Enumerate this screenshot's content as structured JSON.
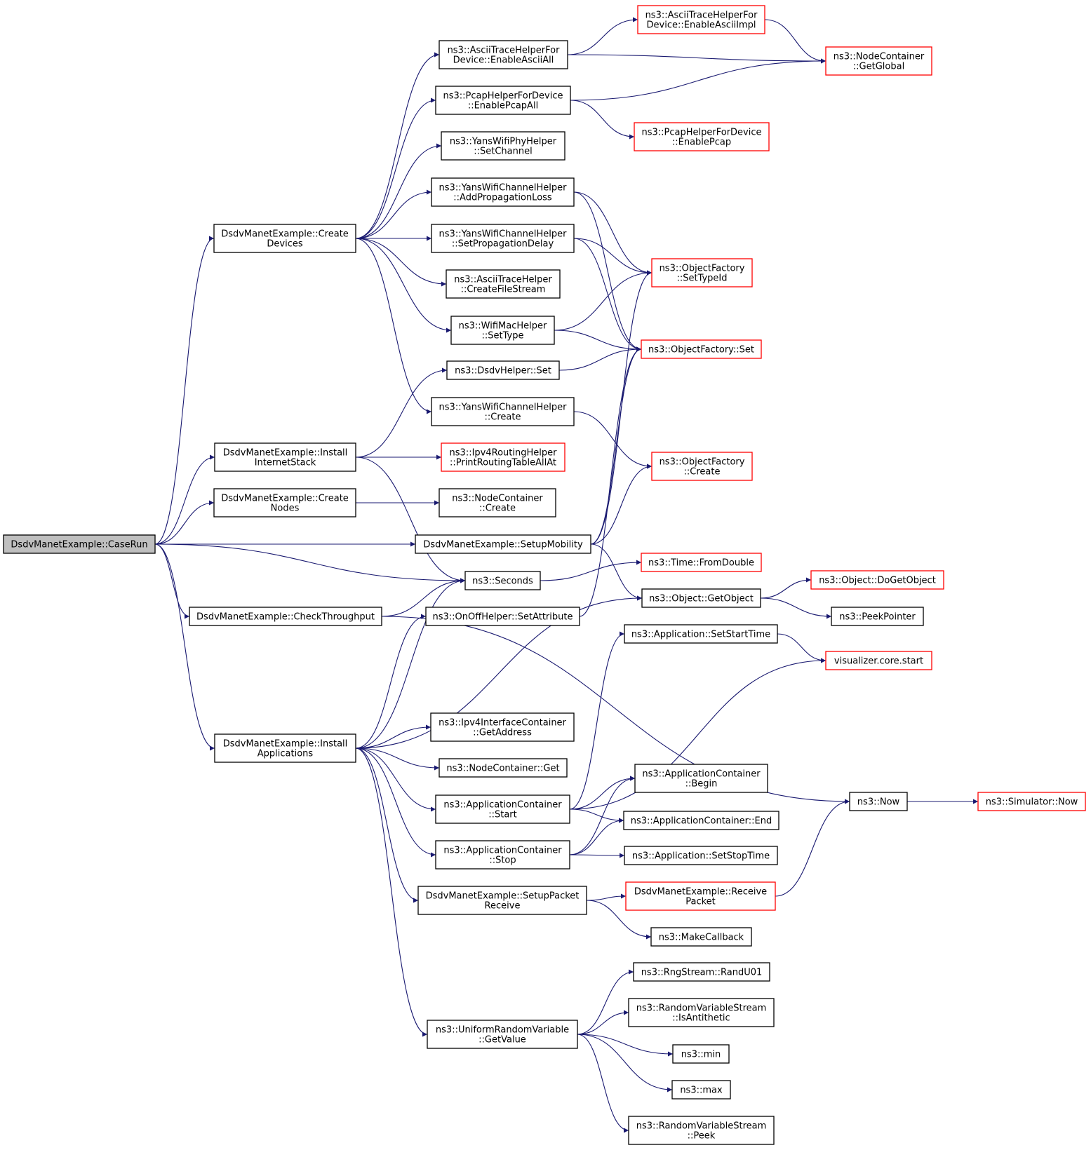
{
  "colors": {
    "edge": "#191970",
    "node_border": "#000000",
    "red_border": "#ff0000",
    "root_fill": "#bfbfbf",
    "node_fill": "#ffffff",
    "text": "#000000"
  },
  "nodes": [
    {
      "id": "caserun",
      "lines": [
        "DsdvManetExample::CaseRun"
      ],
      "style": "root"
    },
    {
      "id": "createdevices",
      "lines": [
        "DsdvManetExample::Create",
        "Devices"
      ],
      "style": "normal"
    },
    {
      "id": "installinternetstack",
      "lines": [
        "DsdvManetExample::Install",
        "InternetStack"
      ],
      "style": "normal"
    },
    {
      "id": "createnodes",
      "lines": [
        "DsdvManetExample::Create",
        "Nodes"
      ],
      "style": "normal"
    },
    {
      "id": "checkthroughput",
      "lines": [
        "DsdvManetExample::CheckThroughput"
      ],
      "style": "normal"
    },
    {
      "id": "installapplications",
      "lines": [
        "DsdvManetExample::Install",
        "Applications"
      ],
      "style": "normal"
    },
    {
      "id": "enableasciiall",
      "lines": [
        "ns3::AsciiTraceHelperFor",
        "Device::EnableAsciiAll"
      ],
      "style": "normal"
    },
    {
      "id": "enablepcapall",
      "lines": [
        "ns3::PcapHelperForDevice",
        "::EnablePcapAll"
      ],
      "style": "normal"
    },
    {
      "id": "setchannel",
      "lines": [
        "ns3::YansWifiPhyHelper",
        "::SetChannel"
      ],
      "style": "normal"
    },
    {
      "id": "addpropagationloss",
      "lines": [
        "ns3::YansWifiChannelHelper",
        "::AddPropagationLoss"
      ],
      "style": "normal"
    },
    {
      "id": "setpropagationdelay",
      "lines": [
        "ns3::YansWifiChannelHelper",
        "::SetPropagationDelay"
      ],
      "style": "normal"
    },
    {
      "id": "createfilestream",
      "lines": [
        "ns3::AsciiTraceHelper",
        "::CreateFileStream"
      ],
      "style": "normal"
    },
    {
      "id": "wifimacsettype",
      "lines": [
        "ns3::WifiMacHelper",
        "::SetType"
      ],
      "style": "normal"
    },
    {
      "id": "dsdvhelperset",
      "lines": [
        "ns3::DsdvHelper::Set"
      ],
      "style": "normal"
    },
    {
      "id": "yanschannelcreate",
      "lines": [
        "ns3::YansWifiChannelHelper",
        "::Create"
      ],
      "style": "normal"
    },
    {
      "id": "printroutingtableallat",
      "lines": [
        "ns3::Ipv4RoutingHelper",
        "::PrintRoutingTableAllAt"
      ],
      "style": "red"
    },
    {
      "id": "nodecontainercreate",
      "lines": [
        "ns3::NodeContainer",
        "::Create"
      ],
      "style": "normal"
    },
    {
      "id": "setupmobility",
      "lines": [
        "DsdvManetExample::SetupMobility"
      ],
      "style": "normal"
    },
    {
      "id": "seconds",
      "lines": [
        "ns3::Seconds"
      ],
      "style": "normal"
    },
    {
      "id": "onoffsetattribute",
      "lines": [
        "ns3::OnOffHelper::SetAttribute"
      ],
      "style": "normal"
    },
    {
      "id": "ipv4getaddress",
      "lines": [
        "ns3::Ipv4InterfaceContainer",
        "::GetAddress"
      ],
      "style": "normal"
    },
    {
      "id": "nodecontainerget",
      "lines": [
        "ns3::NodeContainer::Get"
      ],
      "style": "normal"
    },
    {
      "id": "appcontainerstart",
      "lines": [
        "ns3::ApplicationContainer",
        "::Start"
      ],
      "style": "normal"
    },
    {
      "id": "appcontainerstop",
      "lines": [
        "ns3::ApplicationContainer",
        "::Stop"
      ],
      "style": "normal"
    },
    {
      "id": "setuppacketreceive",
      "lines": [
        "DsdvManetExample::SetupPacket",
        "Receive"
      ],
      "style": "normal"
    },
    {
      "id": "uniformgetvalue",
      "lines": [
        "ns3::UniformRandomVariable",
        "::GetValue"
      ],
      "style": "normal"
    },
    {
      "id": "enableasciiimpl",
      "lines": [
        "ns3::AsciiTraceHelperFor",
        "Device::EnableAsciiImpl"
      ],
      "style": "red"
    },
    {
      "id": "nodecontainergetglobal",
      "lines": [
        "ns3::NodeContainer",
        "::GetGlobal"
      ],
      "style": "red"
    },
    {
      "id": "pcapenablepcap",
      "lines": [
        "ns3::PcapHelperForDevice",
        "::EnablePcap"
      ],
      "style": "red"
    },
    {
      "id": "objectfactorysettypeid",
      "lines": [
        "ns3::ObjectFactory",
        "::SetTypeId"
      ],
      "style": "red"
    },
    {
      "id": "objectfactoryset",
      "lines": [
        "ns3::ObjectFactory::Set"
      ],
      "style": "red"
    },
    {
      "id": "objectfactorycreate",
      "lines": [
        "ns3::ObjectFactory",
        "::Create"
      ],
      "style": "red"
    },
    {
      "id": "timefromdouble",
      "lines": [
        "ns3::Time::FromDouble"
      ],
      "style": "red"
    },
    {
      "id": "objectgetobject",
      "lines": [
        "ns3::Object::GetObject"
      ],
      "style": "normal"
    },
    {
      "id": "appsetstarttime",
      "lines": [
        "ns3::Application::SetStartTime"
      ],
      "style": "normal"
    },
    {
      "id": "appcontainerbegin",
      "lines": [
        "ns3::ApplicationContainer",
        "::Begin"
      ],
      "style": "normal"
    },
    {
      "id": "appcontainerend",
      "lines": [
        "ns3::ApplicationContainer::End"
      ],
      "style": "normal"
    },
    {
      "id": "appsetstoptime",
      "lines": [
        "ns3::Application::SetStopTime"
      ],
      "style": "normal"
    },
    {
      "id": "receivepacket",
      "lines": [
        "DsdvManetExample::Receive",
        "Packet"
      ],
      "style": "red"
    },
    {
      "id": "makecallback",
      "lines": [
        "ns3::MakeCallback"
      ],
      "style": "normal"
    },
    {
      "id": "randu01",
      "lines": [
        "ns3::RngStream::RandU01"
      ],
      "style": "normal"
    },
    {
      "id": "isantithetic",
      "lines": [
        "ns3::RandomVariableStream",
        "::IsAntithetic"
      ],
      "style": "normal"
    },
    {
      "id": "nsmin",
      "lines": [
        "ns3::min"
      ],
      "style": "normal"
    },
    {
      "id": "nsmax",
      "lines": [
        "ns3::max"
      ],
      "style": "normal"
    },
    {
      "id": "rvspeek",
      "lines": [
        "ns3::RandomVariableStream",
        "::Peek"
      ],
      "style": "normal"
    },
    {
      "id": "objectdogetobject",
      "lines": [
        "ns3::Object::DoGetObject"
      ],
      "style": "red"
    },
    {
      "id": "peekpointer",
      "lines": [
        "ns3::PeekPointer"
      ],
      "style": "normal"
    },
    {
      "id": "visualizerstart",
      "lines": [
        "visualizer.core.start"
      ],
      "style": "red"
    },
    {
      "id": "nsnow",
      "lines": [
        "ns3::Now"
      ],
      "style": "normal"
    },
    {
      "id": "simulatornow",
      "lines": [
        "ns3::Simulator::Now"
      ],
      "style": "red"
    }
  ],
  "edges": [
    [
      "caserun",
      "createdevices"
    ],
    [
      "caserun",
      "installinternetstack"
    ],
    [
      "caserun",
      "createnodes"
    ],
    [
      "caserun",
      "setupmobility"
    ],
    [
      "caserun",
      "seconds"
    ],
    [
      "caserun",
      "checkthroughput"
    ],
    [
      "caserun",
      "installapplications"
    ],
    [
      "createdevices",
      "enableasciiall"
    ],
    [
      "createdevices",
      "enablepcapall"
    ],
    [
      "createdevices",
      "setchannel"
    ],
    [
      "createdevices",
      "addpropagationloss"
    ],
    [
      "createdevices",
      "setpropagationdelay"
    ],
    [
      "createdevices",
      "createfilestream"
    ],
    [
      "createdevices",
      "wifimacsettype"
    ],
    [
      "createdevices",
      "yanschannelcreate"
    ],
    [
      "enableasciiall",
      "enableasciiimpl"
    ],
    [
      "enableasciiall",
      "nodecontainergetglobal"
    ],
    [
      "enableasciiimpl",
      "nodecontainergetglobal"
    ],
    [
      "enablepcapall",
      "nodecontainergetglobal"
    ],
    [
      "enablepcapall",
      "pcapenablepcap"
    ],
    [
      "addpropagationloss",
      "objectfactorysettypeid"
    ],
    [
      "addpropagationloss",
      "objectfactoryset"
    ],
    [
      "setpropagationdelay",
      "objectfactorysettypeid"
    ],
    [
      "setpropagationdelay",
      "objectfactoryset"
    ],
    [
      "wifimacsettype",
      "objectfactorysettypeid"
    ],
    [
      "wifimacsettype",
      "objectfactoryset"
    ],
    [
      "dsdvhelperset",
      "objectfactoryset"
    ],
    [
      "yanschannelcreate",
      "objectfactorycreate"
    ],
    [
      "installinternetstack",
      "dsdvhelperset"
    ],
    [
      "installinternetstack",
      "printroutingtableallat"
    ],
    [
      "installinternetstack",
      "seconds"
    ],
    [
      "createnodes",
      "nodecontainercreate"
    ],
    [
      "setupmobility",
      "objectfactorysettypeid"
    ],
    [
      "setupmobility",
      "objectfactoryset"
    ],
    [
      "setupmobility",
      "objectfactorycreate"
    ],
    [
      "setupmobility",
      "objectgetobject"
    ],
    [
      "seconds",
      "timefromdouble"
    ],
    [
      "objectgetobject",
      "objectdogetobject"
    ],
    [
      "objectgetobject",
      "peekpointer"
    ],
    [
      "checkthroughput",
      "seconds"
    ],
    [
      "checkthroughput",
      "nsnow"
    ],
    [
      "onoffsetattribute",
      "objectfactoryset"
    ],
    [
      "installapplications",
      "seconds"
    ],
    [
      "installapplications",
      "onoffsetattribute"
    ],
    [
      "installapplications",
      "objectgetobject"
    ],
    [
      "installapplications",
      "ipv4getaddress"
    ],
    [
      "installapplications",
      "nodecontainerget"
    ],
    [
      "installapplications",
      "appcontainerstart"
    ],
    [
      "installapplications",
      "appcontainerstop"
    ],
    [
      "installapplications",
      "setuppacketreceive"
    ],
    [
      "installapplications",
      "uniformgetvalue"
    ],
    [
      "appcontainerstart",
      "appsetstarttime"
    ],
    [
      "appcontainerstart",
      "visualizerstart"
    ],
    [
      "appcontainerstart",
      "appcontainerbegin"
    ],
    [
      "appcontainerstart",
      "appcontainerend"
    ],
    [
      "appcontainerstop",
      "appcontainerbegin"
    ],
    [
      "appcontainerstop",
      "appcontainerend"
    ],
    [
      "appcontainerstop",
      "appsetstoptime"
    ],
    [
      "appsetstarttime",
      "visualizerstart"
    ],
    [
      "setuppacketreceive",
      "receivepacket"
    ],
    [
      "setuppacketreceive",
      "makecallback"
    ],
    [
      "receivepacket",
      "nsnow"
    ],
    [
      "nsnow",
      "simulatornow"
    ],
    [
      "uniformgetvalue",
      "randu01"
    ],
    [
      "uniformgetvalue",
      "isantithetic"
    ],
    [
      "uniformgetvalue",
      "nsmin"
    ],
    [
      "uniformgetvalue",
      "nsmax"
    ],
    [
      "uniformgetvalue",
      "rvspeek"
    ]
  ]
}
